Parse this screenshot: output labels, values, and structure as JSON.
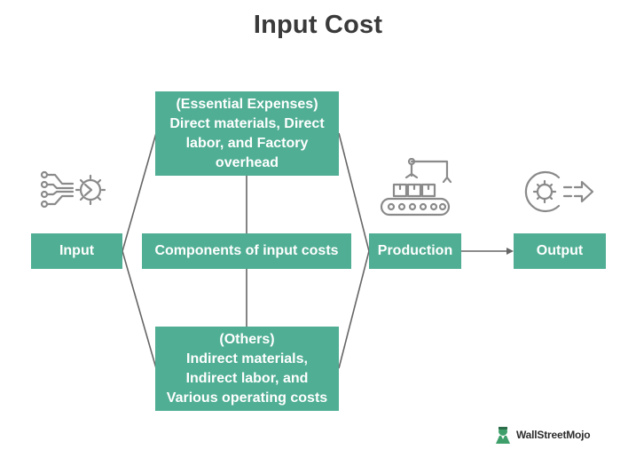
{
  "title": "Input Cost",
  "colors": {
    "box_fill": "#4fae93",
    "box_text": "#ffffff",
    "line": "#666666",
    "icon": "#8a8a8a"
  },
  "nodes": {
    "input": "Input",
    "components": "Components of input costs",
    "production": "Production",
    "output": "Output",
    "essential": {
      "lines": [
        "(Essential Expenses)",
        "Direct materials, Direct",
        "labor, and Factory",
        "overhead"
      ]
    },
    "others": {
      "lines": [
        "(Others)",
        "Indirect materials,",
        "Indirect labor, and",
        "Various operating costs"
      ]
    }
  },
  "icons": {
    "input": "circuit-gear-icon",
    "production": "conveyor-factory-icon",
    "output": "gear-arrow-icon"
  },
  "logo": {
    "text": "WallStreetMojo"
  }
}
